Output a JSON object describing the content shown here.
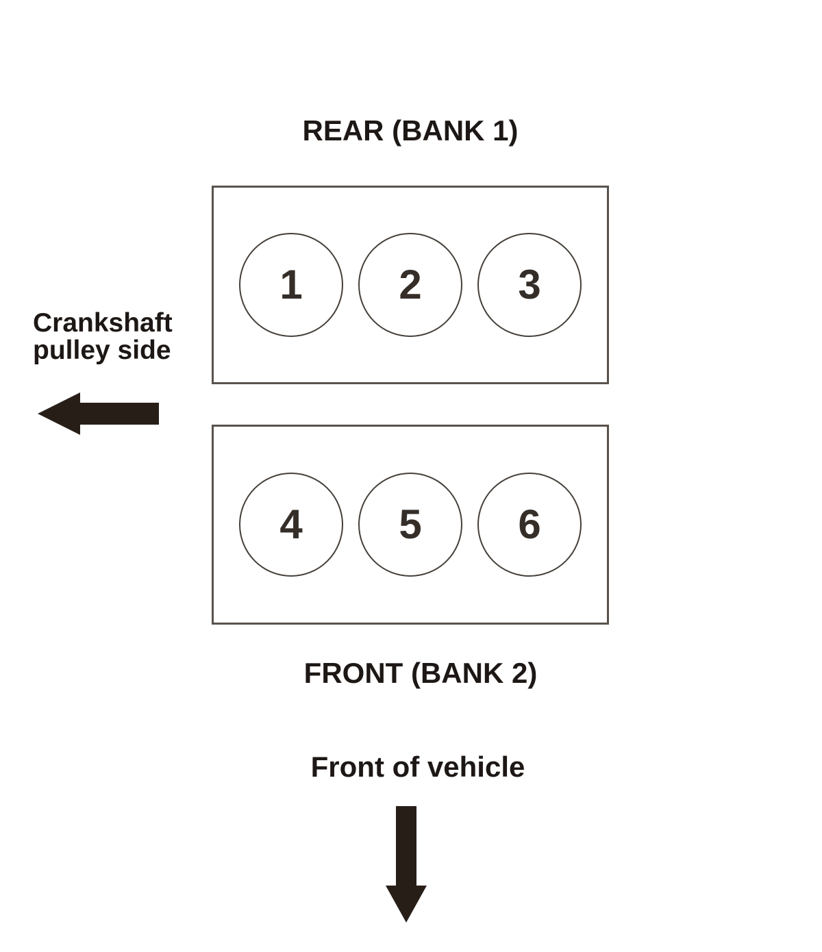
{
  "labels": {
    "rear_bank": "REAR (BANK 1)",
    "front_bank": "FRONT (BANK 2)",
    "crankshaft_line1": "Crankshaft",
    "crankshaft_line2": "pulley side",
    "front_of_vehicle": "Front of vehicle"
  },
  "cylinders": {
    "bank1": [
      "1",
      "2",
      "3"
    ],
    "bank2": [
      "4",
      "5",
      "6"
    ]
  },
  "icons": {
    "left_arrow": "left-arrow",
    "down_arrow": "down-arrow"
  },
  "colors": {
    "background": "#ffffff",
    "text": "#1d1815",
    "arrow": "#281e18",
    "box_border": "#59524c",
    "circle_border": "#453f39",
    "digit": "#352e28"
  }
}
